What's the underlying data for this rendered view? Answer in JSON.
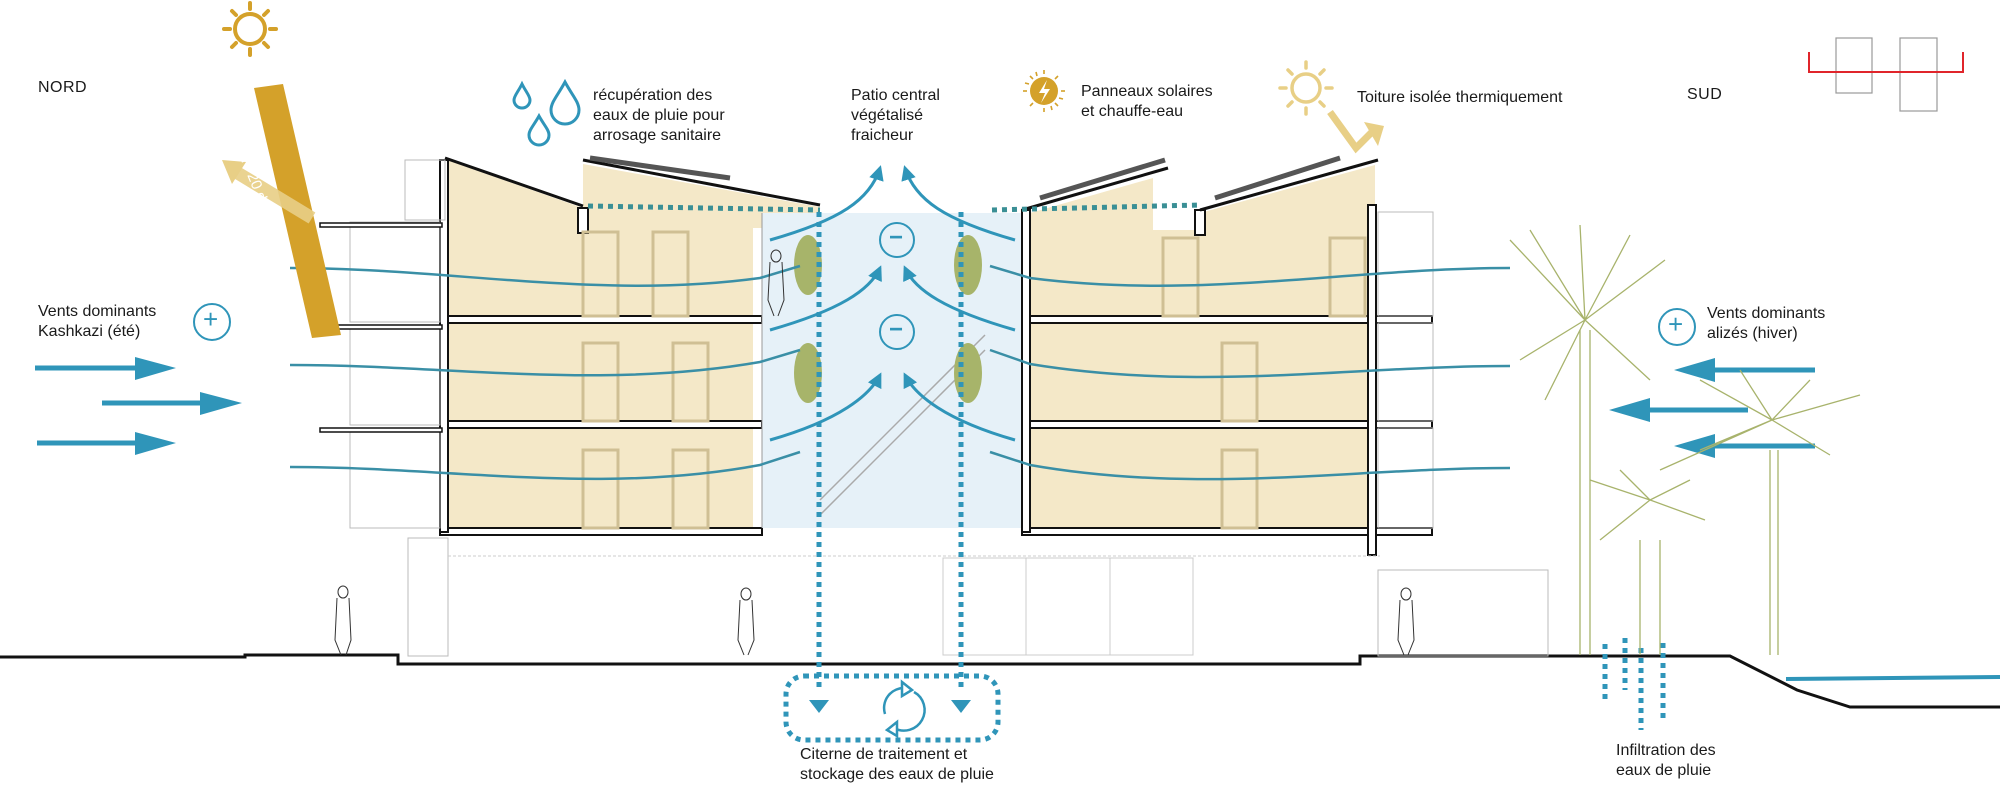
{
  "orientation": {
    "north": "NORD",
    "south": "SUD"
  },
  "sun_ray": {
    "label": "12h / 20 déc"
  },
  "annotations": {
    "rainwater": [
      "récupération des",
      "eaux de pluie pour",
      "arrosage sanitaire"
    ],
    "patio": [
      "Patio central",
      "végétalisé",
      "fraicheur"
    ],
    "solar": [
      "Panneaux solaires",
      "et chauffe-eau"
    ],
    "roof": [
      "Toiture isolée thermiquement"
    ],
    "wind_north": [
      "Vents dominants",
      "Kashkazi (été)"
    ],
    "wind_south": [
      "Vents dominants",
      "alizés (hiver)"
    ],
    "cistern": [
      "Citerne de traitement et",
      "stockage des eaux de pluie"
    ],
    "infiltration": [
      "Infiltration des",
      "eaux de pluie"
    ]
  },
  "pressure_markers": {
    "positive": "+",
    "negative": "−"
  },
  "colors": {
    "sun_gold": "#d4a12a",
    "sun_light": "#e8cf86",
    "water_blue": "#2f95b9",
    "water_teal": "#3a8f95",
    "room_fill": "#f4e8c8",
    "patio_fill": "#e6f1f8",
    "vegetation": "#a7b46a",
    "palm_line": "#a8b36c",
    "section_red": "#e0252b",
    "structure": "#1a1a1a"
  }
}
